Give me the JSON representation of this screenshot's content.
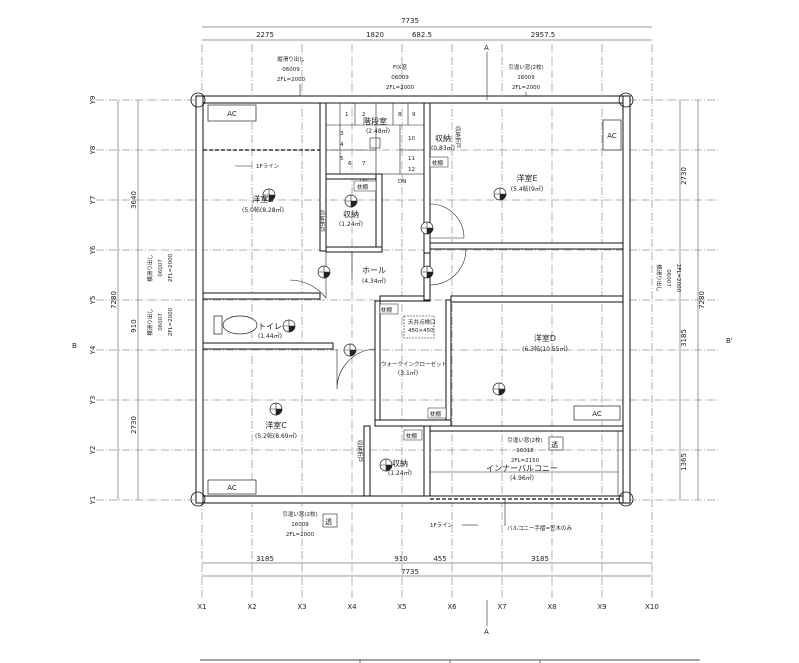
{
  "dims": {
    "overall_top": "7735",
    "top_segments": [
      "2275",
      "1820",
      "682.5",
      "2957.5"
    ],
    "overall_bottom": "7735",
    "bottom_segments": [
      "3185",
      "910",
      "455",
      "3185"
    ],
    "left_outer": "7280",
    "left_segments": [
      "3640",
      "910",
      "2730"
    ],
    "right_outer": "7280",
    "right_segments": [
      "2730",
      "3185",
      "1365"
    ]
  },
  "grid_x": [
    "X1",
    "X2",
    "X3",
    "X4",
    "X5",
    "X6",
    "X7",
    "X8",
    "X9",
    "X10"
  ],
  "grid_y": [
    "Y9",
    "Y8",
    "Y7",
    "Y6",
    "Y5",
    "Y4",
    "Y3",
    "Y2",
    "Y1"
  ],
  "section_marks": {
    "a_top": "A",
    "a_bottom": "A",
    "b_left": "B",
    "b_right": "B'"
  },
  "rooms": [
    {
      "name": "階段室",
      "area": "(2.48㎡)"
    },
    {
      "name": "収納",
      "area": "(0.83㎡)"
    },
    {
      "name": "洋室E",
      "area": "(5.4帖(9㎡)"
    },
    {
      "name": "洋室B",
      "area": "(5.0帖(8.28㎡)"
    },
    {
      "name": "収納",
      "area": "(1.24㎡)"
    },
    {
      "name": "ホール",
      "area": "(4.34㎡)"
    },
    {
      "name": "トイレ",
      "area": "(1.44㎡)"
    },
    {
      "name": "洋室D",
      "area": "(6.3帖(10.55㎡)"
    },
    {
      "name": "ウォークインクローゼット",
      "area": "(3.1㎡)"
    },
    {
      "name": "洋室C",
      "area": "(5.2帖(8.69㎡)"
    },
    {
      "name": "収納",
      "area": "(1.24㎡)"
    },
    {
      "name": "インナーバルコニー",
      "area": "(4.96㎡)"
    }
  ],
  "labels": {
    "ac": "AC",
    "shelf": "枕棚",
    "storage_fold": "収納折戸",
    "fline": "1Fライン",
    "up": "UP",
    "dn": "DN",
    "hatch": "天井点検口",
    "hatch_size": "450×450",
    "clear": "透",
    "railing": "バルコニー手摺=笠木のみ"
  },
  "windows": [
    {
      "l1": "縦滑り出し",
      "l2": "06009",
      "l3": "2FL=2000"
    },
    {
      "l1": "FIX窓",
      "l2": "06009",
      "l3": "2FL=2000"
    },
    {
      "l1": "引違い窓(2枚)",
      "l2": "16009",
      "l3": "2FL=2000"
    },
    {
      "l1": "横滑り出し",
      "l2": "06007",
      "l3": "2FL=2000"
    },
    {
      "l1": "横滑り出し",
      "l2": "06007",
      "l3": "2FL=2000"
    },
    {
      "l1": "横滑り出し",
      "l2": "06007",
      "l3": "2FL=2000"
    },
    {
      "l1": "引違い窓(2枚)",
      "l2": "16018",
      "l3": "2FL=2150"
    },
    {
      "l1": "引違い窓(2枚)",
      "l2": "16009",
      "l3": "2FL=2000"
    }
  ],
  "stair_steps": [
    "1",
    "2",
    "3",
    "4",
    "5",
    "6",
    "7",
    "8",
    "9",
    "10",
    "11",
    "12"
  ]
}
